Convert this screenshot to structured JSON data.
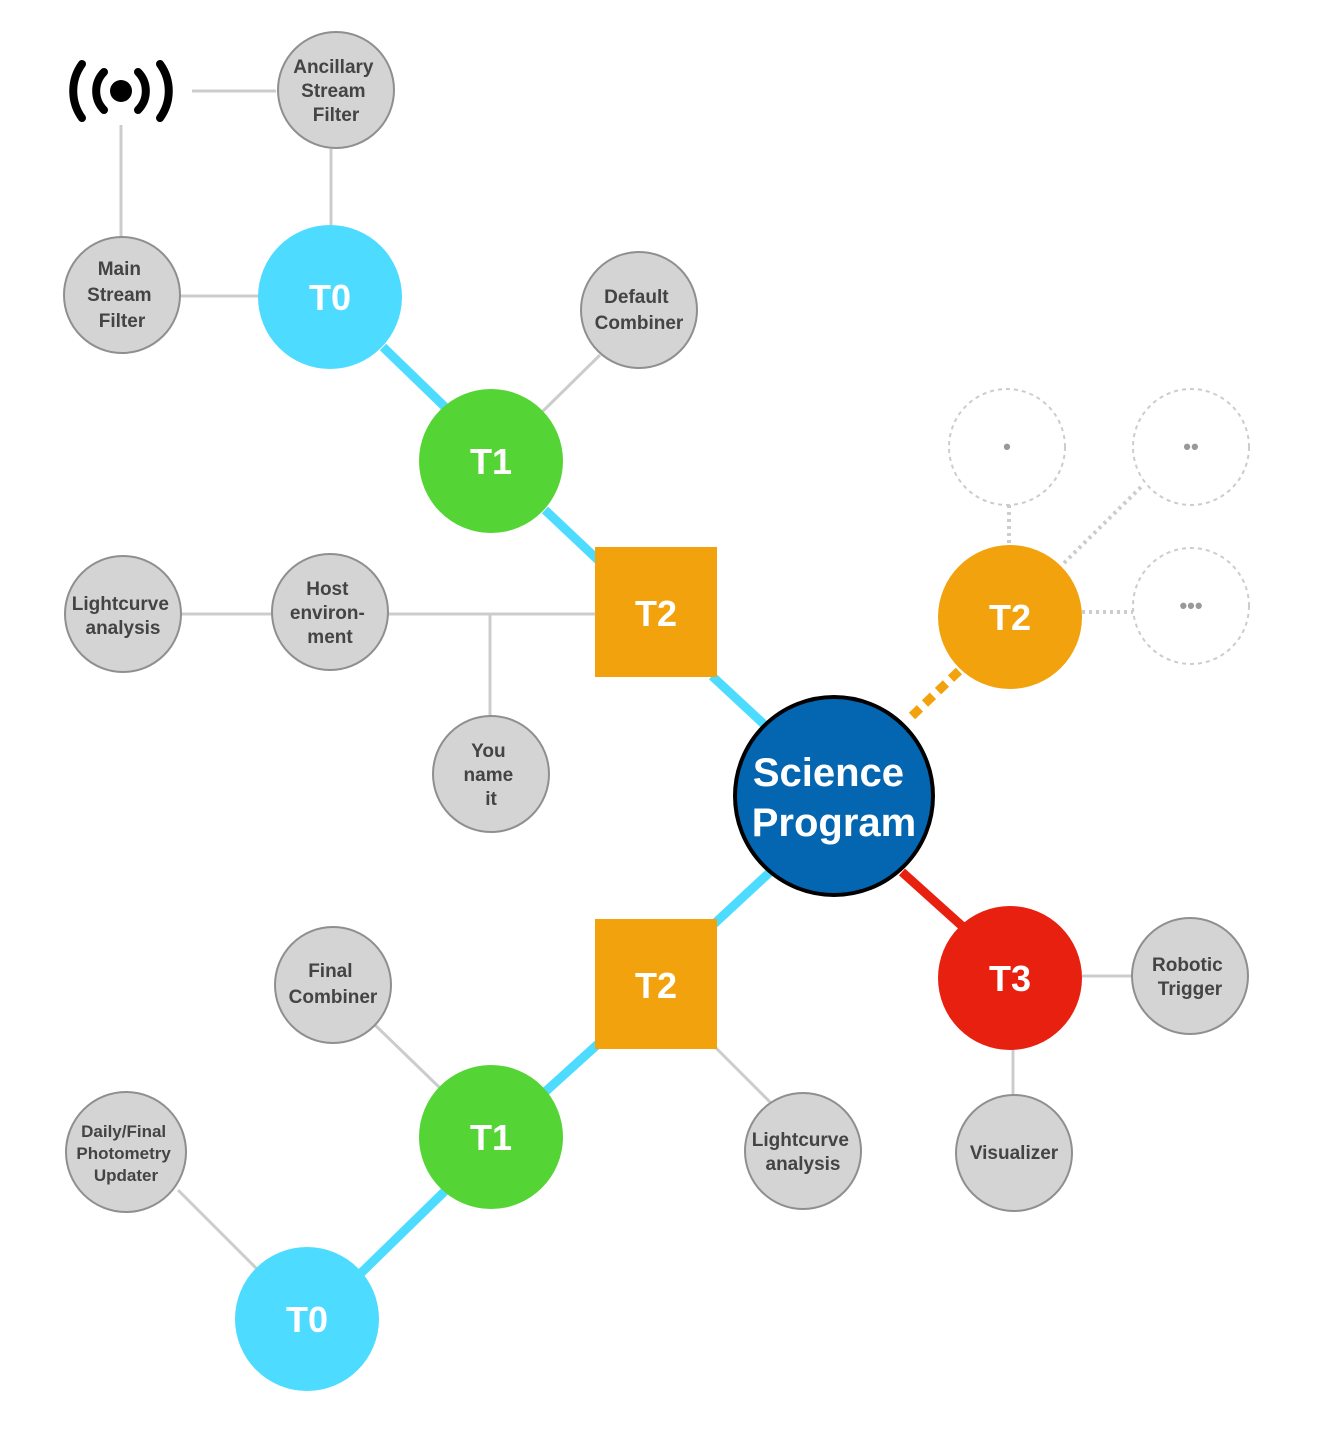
{
  "colors": {
    "cyan": "#4ddcff",
    "green": "#55d535",
    "orange": "#f2a20c",
    "red": "#e8200f",
    "blue": "#0466b0",
    "gray_node": "#d4d4d4",
    "gray_stroke": "#8f8f8f",
    "gray_line": "#cccccc",
    "label_dark": "#444444"
  },
  "broadcast_icon": "broadcast-icon",
  "center": {
    "line1": "Science",
    "line2": "Program"
  },
  "upper_branch": {
    "t0": "T0",
    "t1": "T1",
    "t2": "T2",
    "ancillary_filter": [
      "Ancillary",
      "Stream",
      "Filter"
    ],
    "main_filter": [
      "Main",
      "Stream",
      "Filter"
    ],
    "default_combiner": [
      "Default",
      "Combiner"
    ],
    "host_environment": [
      "Host",
      "environ-",
      "ment"
    ],
    "lightcurve": [
      "Lightcurve",
      "analysis"
    ],
    "you_name_it": [
      "You",
      "name",
      "it"
    ]
  },
  "right_branch": {
    "t2": "T2",
    "dots1": "•",
    "dots2": "••",
    "dots3": "•••"
  },
  "t3_branch": {
    "t3": "T3",
    "robotic_trigger": [
      "Robotic",
      "Trigger"
    ],
    "visualizer": [
      "Visualizer"
    ]
  },
  "lower_branch": {
    "t2": "T2",
    "t1": "T1",
    "t0": "T0",
    "final_combiner": [
      "Final",
      "Combiner"
    ],
    "photometry_updater": [
      "Daily/Final",
      "Photometry",
      "Updater"
    ],
    "lightcurve": [
      "Lightcurve",
      "analysis"
    ]
  }
}
